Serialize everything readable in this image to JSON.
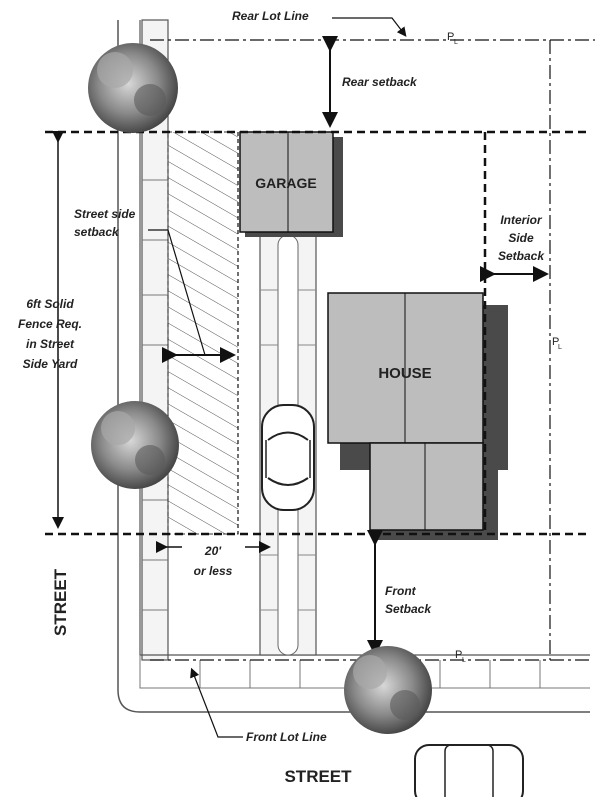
{
  "labels": {
    "rear_lot_line": "Rear Lot Line",
    "rear_setback": "Rear setback",
    "garage": "GARAGE",
    "house": "HOUSE",
    "street_side_setback_1": "Street side",
    "street_side_setback_2": "setback",
    "interior_side_setback_1": "Interior",
    "interior_side_setback_2": "Side",
    "interior_side_setback_3": "Setback",
    "fence_1": "6ft Solid",
    "fence_2": "Fence Req.",
    "fence_3": "in Street",
    "fence_4": "Side Yard",
    "twenty_ft_1": "20'",
    "twenty_ft_2": "or less",
    "front_setback_1": "Front",
    "front_setback_2": "Setback",
    "front_lot_line": "Front Lot Line",
    "street_left": "STREET",
    "street_bottom": "STREET",
    "pl_mark": "P",
    "pl_sub": "L"
  },
  "colors": {
    "building_fill": "#bdbdbd",
    "shadow": "#4a4a4a",
    "tree_dark": "#3a3a3a",
    "tree_light": "#9a9a9a",
    "line": "#111111"
  }
}
